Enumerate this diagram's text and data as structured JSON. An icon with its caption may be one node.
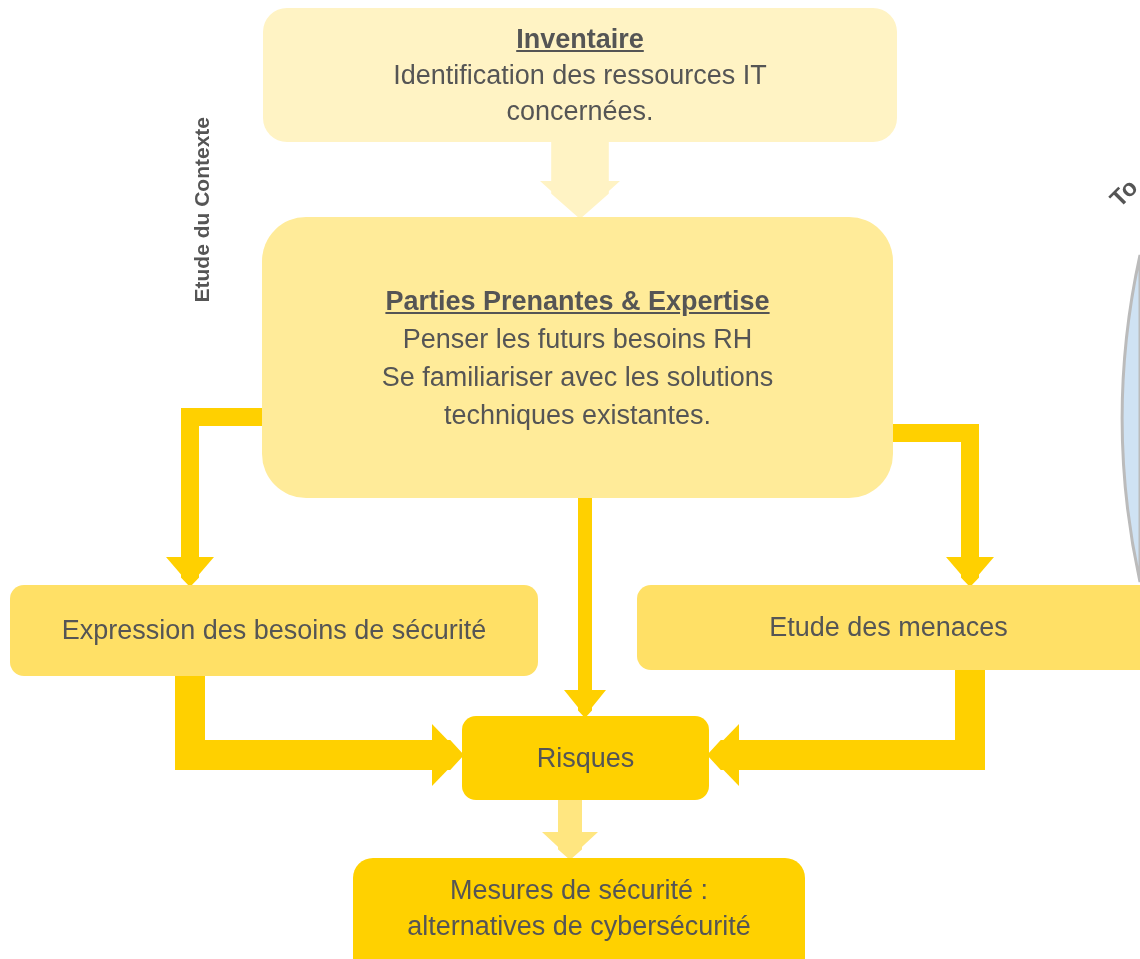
{
  "diagram": {
    "nodes": [
      {
        "text": [
          "Inventaire",
          "Identification des ressources IT concernées."
        ]
      },
      {
        "text": [
          "Parties Prenantes & Expertise",
          "Penser les futurs besoins RH",
          "Se familiariser avec les solutions techniques existantes."
        ]
      },
      {
        "text": [
          "Expression des besoins de sécurité"
        ]
      },
      {
        "text": [
          "Etude des menaces"
        ]
      },
      {
        "text": [
          "Risques"
        ]
      },
      {
        "text": [
          "Mesures de sécurité : alternatives de cybersécurité"
        ]
      },
      {
        "text": [],
        "shape": "circle"
      }
    ],
    "edges": [
      {
        "from": 0,
        "to": 1,
        "arrow": "to",
        "style": "thick",
        "color": "#fff3c4"
      },
      {
        "from": 1,
        "to": 2,
        "arrow": "to"
      },
      {
        "from": 1,
        "to": 4,
        "arrow": "to"
      },
      {
        "from": 1,
        "to": 3,
        "arrow": "to"
      },
      {
        "from": 2,
        "to": 4,
        "arrow": "to"
      },
      {
        "from": 3,
        "to": 4,
        "arrow": "to"
      },
      {
        "from": 4,
        "to": 5,
        "arrow": "to",
        "color": "#ffe680"
      }
    ],
    "labels": [
      "Etude du Contexte",
      "To"
    ]
  }
}
